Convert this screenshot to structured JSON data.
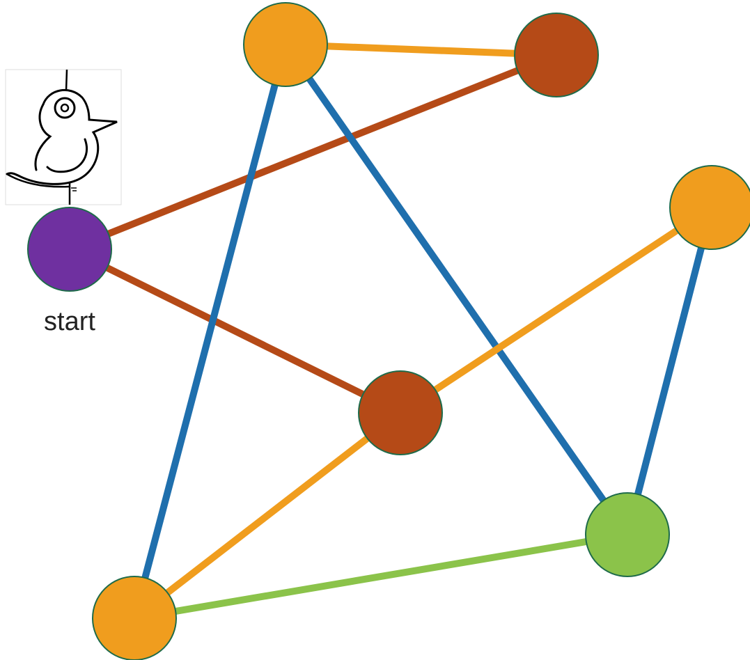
{
  "diagram": {
    "start_label": "start",
    "mascot_icon": "bird-sketch-icon",
    "colors": {
      "orange": "#F09D1E",
      "rust": "#B54A17",
      "purple": "#6F30A0",
      "green": "#8BC34A",
      "blue": "#1F6FAD",
      "node_outline": "#1E6B4A"
    },
    "nodes": [
      {
        "id": "start",
        "color": "purple",
        "label": "start"
      },
      {
        "id": "top-left",
        "color": "orange"
      },
      {
        "id": "top-right",
        "color": "rust"
      },
      {
        "id": "right",
        "color": "orange"
      },
      {
        "id": "center",
        "color": "rust"
      },
      {
        "id": "bottom-right",
        "color": "green"
      },
      {
        "id": "bottom-left",
        "color": "orange"
      }
    ],
    "edges": [
      {
        "from": "top-left",
        "to": "top-right",
        "color": "orange"
      },
      {
        "from": "start",
        "to": "top-right",
        "color": "rust"
      },
      {
        "from": "start",
        "to": "center",
        "color": "rust"
      },
      {
        "from": "top-left",
        "to": "bottom-left",
        "color": "blue"
      },
      {
        "from": "top-left",
        "to": "bottom-right",
        "color": "blue"
      },
      {
        "from": "right",
        "to": "center",
        "color": "orange"
      },
      {
        "from": "right",
        "to": "bottom-right",
        "color": "blue"
      },
      {
        "from": "center",
        "to": "bottom-left",
        "color": "orange"
      },
      {
        "from": "bottom-left",
        "to": "bottom-right",
        "color": "green"
      }
    ]
  }
}
